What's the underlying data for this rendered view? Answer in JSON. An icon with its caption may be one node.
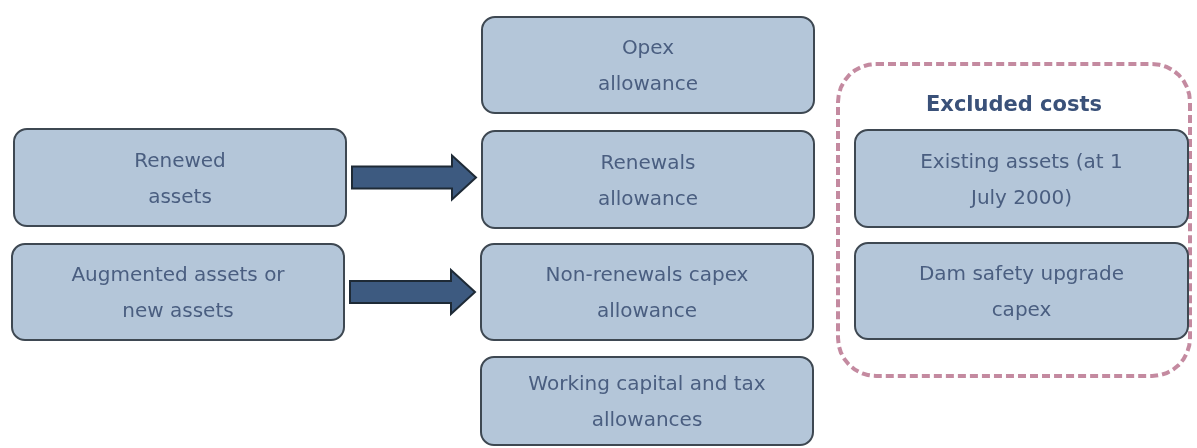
{
  "diagram": {
    "nodes": [
      {
        "text": [
          "Opex allowance"
        ]
      },
      {
        "text": [
          "Renewed assets"
        ]
      },
      {
        "text": [
          "Renewals allowance"
        ]
      },
      {
        "text": [
          "Augmented assets or new assets"
        ]
      },
      {
        "text": [
          "Non-renewals capex allowance"
        ]
      },
      {
        "text": [
          "Working capital and tax allowances"
        ]
      },
      {
        "text": [
          "Excluded costs"
        ]
      },
      {
        "text": [
          "Existing assets (at 1 July 2000)"
        ],
        "in": 6
      },
      {
        "text": [
          "Dam safety upgrade capex"
        ],
        "in": 6
      }
    ],
    "edges": [
      {
        "from": 1,
        "to": 2,
        "arrow": "to",
        "style": "thick"
      },
      {
        "from": 3,
        "to": 4,
        "arrow": "to",
        "style": "thick"
      }
    ]
  }
}
